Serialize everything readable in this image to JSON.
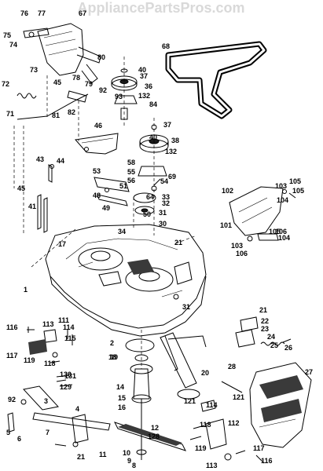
{
  "watermark": "AppliancePartsPros.com",
  "callouts": [
    "76",
    "77",
    "67",
    "75",
    "74",
    "73",
    "80",
    "79",
    "78",
    "72",
    "45",
    "92",
    "81",
    "82",
    "71",
    "40",
    "37",
    "36",
    "132",
    "93",
    "84",
    "68",
    "37",
    "40",
    "38",
    "132",
    "69",
    "46",
    "43",
    "44",
    "58",
    "55",
    "54",
    "53",
    "56",
    "51",
    "64",
    "33",
    "32",
    "31",
    "49",
    "48",
    "50",
    "30",
    "34",
    "45",
    "41",
    "102",
    "103",
    "105",
    "105",
    "104",
    "101",
    "106",
    "103",
    "105",
    "104",
    "106",
    "17",
    "21",
    "1",
    "31",
    "116",
    "113",
    "111",
    "114",
    "115",
    "117",
    "119",
    "118",
    "2",
    "19",
    "21",
    "22",
    "23",
    "24",
    "25",
    "26",
    "27",
    "28",
    "20",
    "14",
    "15",
    "16",
    "18",
    "121",
    "131",
    "130",
    "129",
    "92",
    "3",
    "4",
    "5",
    "6",
    "7",
    "12",
    "128",
    "112",
    "11",
    "118",
    "114",
    "121",
    "119",
    "117",
    "116",
    "10",
    "9",
    "8",
    "113",
    "21"
  ]
}
